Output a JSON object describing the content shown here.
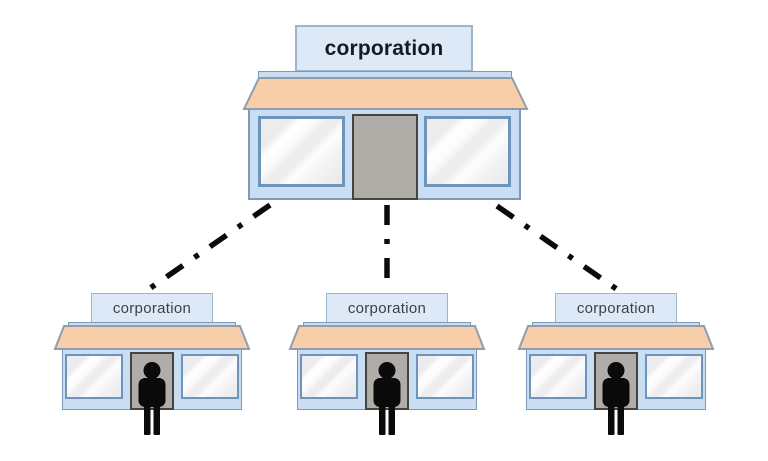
{
  "diagram": {
    "type": "tree",
    "parent": {
      "label": "corporation",
      "node": "headquarters-building"
    },
    "children": [
      {
        "label": "corporation",
        "node": "branch-building",
        "occupant": "person-silhouette"
      },
      {
        "label": "corporation",
        "node": "branch-building",
        "occupant": "person-silhouette"
      },
      {
        "label": "corporation",
        "node": "branch-building",
        "occupant": "person-silhouette"
      }
    ],
    "edges": [
      {
        "from": "parent",
        "to": "child-0",
        "style": "dash-dot"
      },
      {
        "from": "parent",
        "to": "child-1",
        "style": "dash-dot"
      },
      {
        "from": "parent",
        "to": "child-2",
        "style": "dash-dot"
      }
    ],
    "colors": {
      "background": "#ffffff",
      "sign_fill": "#dde9f7",
      "sign_border": "#9cb5cf",
      "awning_fill": "#f8cea9",
      "building_fill": "#cadef3",
      "building_border": "#7e99b6",
      "window_border": "#6f94bb",
      "door_fill": "#b0aca8",
      "person_fill": "#0a0a0a",
      "edge_color": "#0b0b0b"
    }
  }
}
